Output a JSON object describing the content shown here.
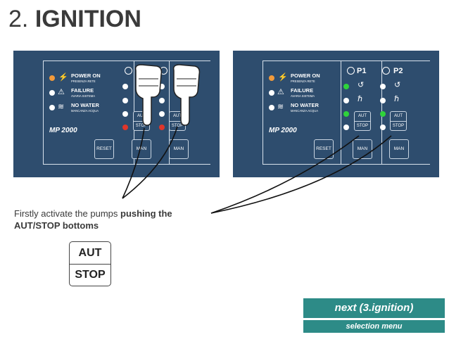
{
  "page": {
    "title_number": "2.",
    "title_word": "IGNITION"
  },
  "panel": {
    "model": "MP 2000",
    "power_on": "POWER ON",
    "power_on_sub": "PRESENZA RETE",
    "failure": "FAILURE",
    "failure_sub": "AVARIA SISTEMA",
    "no_water": "NO WATER",
    "no_water_sub": "MANCANZA ACQUA",
    "reset": "RESET",
    "man": "MAN",
    "aut": "AUT",
    "stop": "STOP",
    "pump1": "P1",
    "pump2": "P2",
    "colors": {
      "background": "#2e4d6e",
      "power_led": "#f29a3b",
      "stop_led": "#e0362b",
      "run_led": "#2fd33a"
    }
  },
  "caption": {
    "text_plain": "Firstly activate the pumps ",
    "text_bold_1": "pushing the",
    "text_bold_2": "AUT/STOP bottoms"
  },
  "big_button": {
    "top": "AUT",
    "bottom": "STOP"
  },
  "nav": {
    "next": "next (3.ignition)",
    "menu": "selection menu",
    "color": "#2d8b87"
  },
  "icons": [
    "power-icon",
    "failure-icon",
    "no-water-icon",
    "pump-rotation-icon",
    "pump-fault-icon",
    "pointing-hand-icon"
  ]
}
